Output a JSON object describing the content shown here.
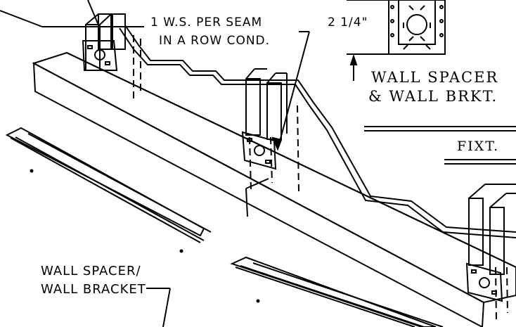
{
  "labels": {
    "seam_note_line1": "1 W.S. PER SEAM",
    "seam_note_line2": "IN A ROW COND.",
    "dimension": "2 1/4\"",
    "detail_title_line1": "WALL SPACER",
    "detail_title_line2": "& WALL BRKT.",
    "fixture_label": "FIXT.",
    "callout_line1": "WALL SPACER/",
    "callout_line2": "WALL BRACKET"
  }
}
